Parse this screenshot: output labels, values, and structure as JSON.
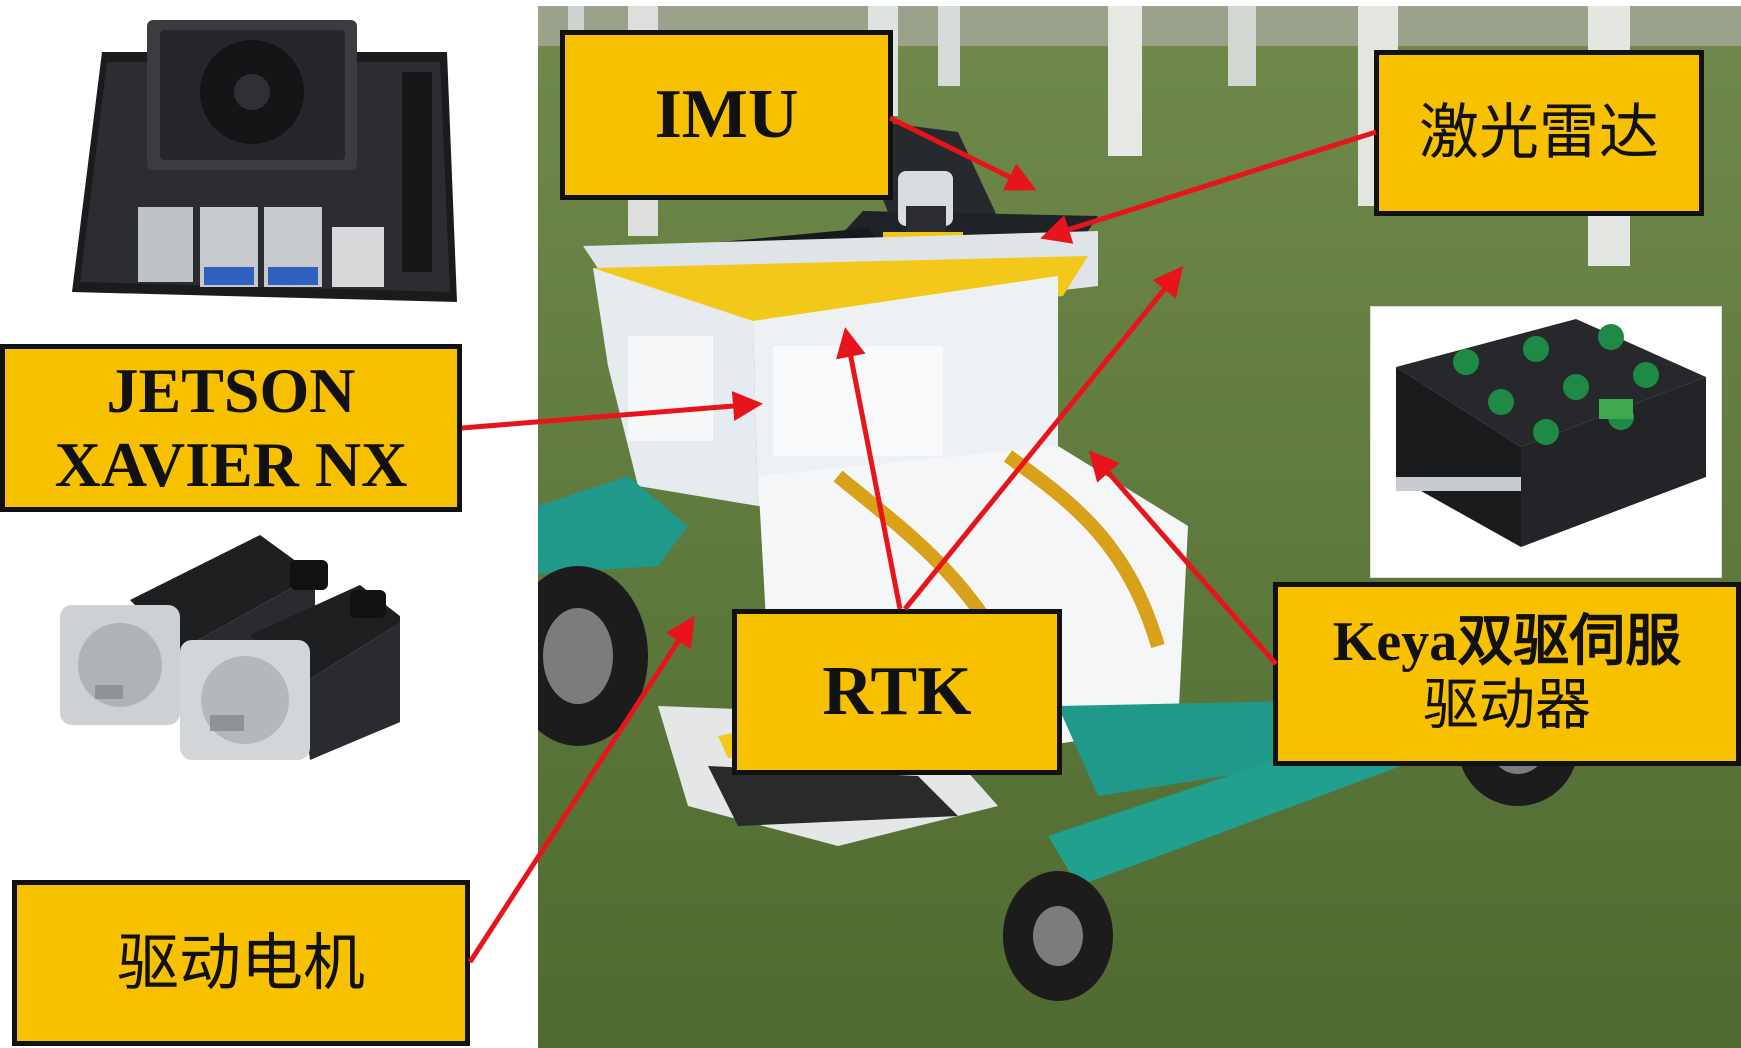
{
  "labels": {
    "imu": "IMU",
    "lidar": "激光雷达",
    "jetson_line1": "JETSON",
    "jetson_line2": "XAVIER NX",
    "rtk": "RTK",
    "driver_line1": "Keya双驱伺服",
    "driver_line2": "驱动器",
    "motor": "驱动电机"
  },
  "colors": {
    "label_fill": "#f8c100",
    "label_border": "#111111",
    "arrow": "#e8141b",
    "grass": "#5f7a3a",
    "robot_body": "#e9eef2",
    "robot_frame": "#1f9a8a"
  },
  "icons": {
    "jetson": "jetson-board-photo",
    "motors": "servo-motors-photo",
    "driver": "servo-driver-photo",
    "robot": "mower-robot-photo"
  }
}
